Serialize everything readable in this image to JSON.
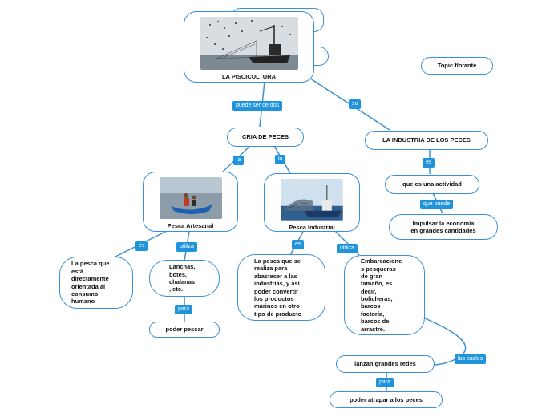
{
  "nodes": {
    "root": "LA PISCICULTURA",
    "floating": "Topic flotante",
    "cria": "CRIA DE PECES",
    "industria": "LA INDUSTRIA DE LOS PECES",
    "actividad": "que es una actividad",
    "impulsar": "Impulsar la economía\nen grandes cantidades",
    "artesanal": "Pesca Artesanal",
    "industrial": "Pesca Industrial",
    "pesca_que": "La pesca que\nestá\ndirectamente\norientada al\nconsumo\nhumano",
    "lanchas": "Lanchas,\nbotes,\nchalanas\n, etc.",
    "poder_pescar": "poder pescar",
    "realiza": "La pesca que se\nrealiza para\nabastecer a las\nindustrias, y así\npoder convertir\nlos productos\nmarinos en otro\ntipo de producto",
    "embarcaciones": "Embarcacione\ns pesqueras\nde gran\ntamaño, es\ndecir,\nbolicheras,\nbarcos\nfactoría,\nbarcos de\narrastre.",
    "lanzan": "lanzan grandes redes",
    "atrapar": "poder atrapar a los peces"
  },
  "labels": {
    "puede_ser": "puede ser de dos",
    "su": "su",
    "la1": "la",
    "la2": "la",
    "es1": "es",
    "que_puede": "que puede",
    "es2": "es",
    "utiliza1": "utiliza",
    "para1": "para",
    "es3": "es",
    "utiliza2": "utiliza",
    "las_cuales": "las cuales",
    "para2": "para"
  },
  "colors": {
    "border": "#3a8fd6",
    "label_bg": "#1f94dc",
    "line": "#3a8fd6"
  }
}
